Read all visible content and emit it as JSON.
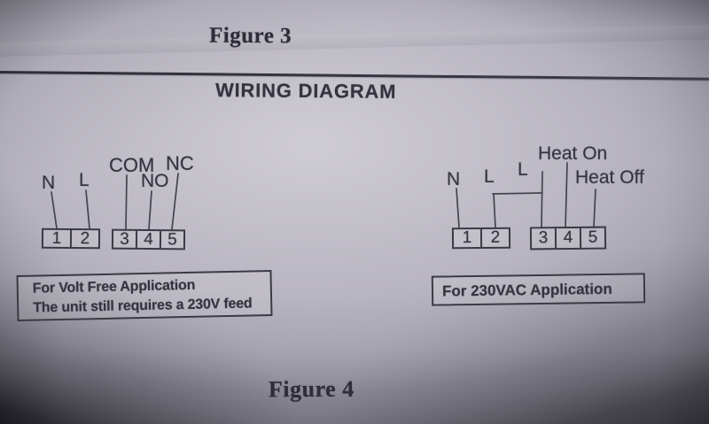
{
  "titles": {
    "figure_top": "Figure 3",
    "wiring_heading": "WIRING DIAGRAM",
    "figure_bottom": "Figure 4"
  },
  "left_diagram": {
    "labels": {
      "n": "N",
      "l": "L",
      "com": "COM",
      "no": "NO",
      "nc": "NC"
    },
    "terminals": [
      "1",
      "2",
      "3",
      "4",
      "5"
    ],
    "caption": {
      "line1": "For Volt Free Application",
      "line2": "The unit still requires a 230V feed"
    }
  },
  "right_diagram": {
    "labels": {
      "n": "N",
      "l_link": "L",
      "l_feed": "L",
      "heat_on": "Heat On",
      "heat_off": "Heat Off"
    },
    "terminals": [
      "1",
      "2",
      "3",
      "4",
      "5"
    ],
    "caption": "For 230VAC Application"
  },
  "colors": {
    "ink": "#35343e",
    "wire_line": "#3b3a44",
    "paper_center": "#d2cfd8",
    "paper_edge": "#3a3944"
  }
}
